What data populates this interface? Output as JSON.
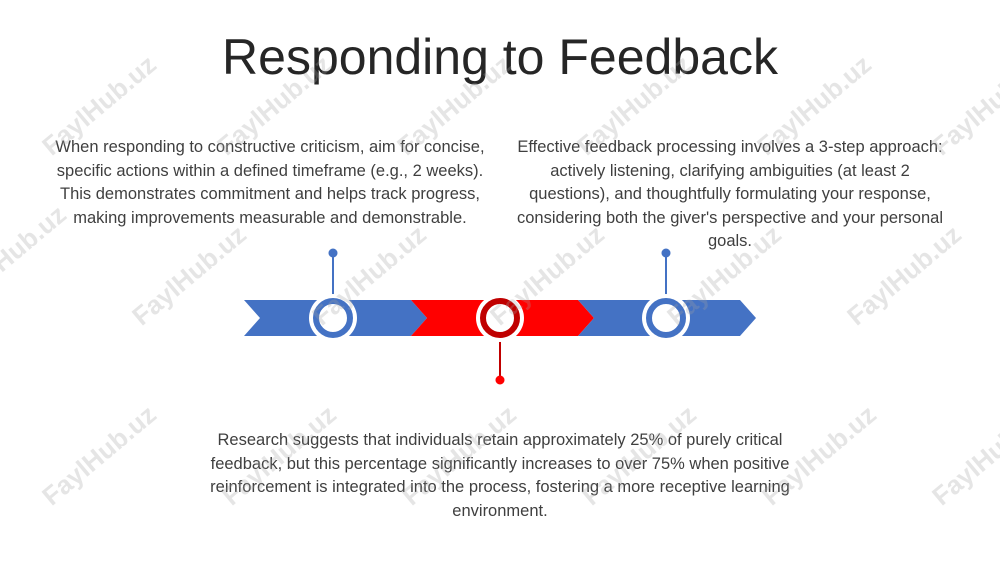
{
  "slide": {
    "title": "Responding to Feedback",
    "watermark": "FaylHub.uz"
  },
  "blocks": {
    "left": "When responding to constructive criticism, aim for concise, specific actions within a defined timeframe (e.g., 2 weeks). This demonstrates commitment and helps track progress, making improvements measurable and demonstrable.",
    "right": "Effective feedback processing involves a 3-step approach:  actively listening, clarifying ambiguities (at least 2 questions), and thoughtfully formulating your response, considering both the giver's perspective and your personal goals.",
    "bottom": "Research suggests that individuals retain approximately 25% of purely critical feedback, but this percentage significantly increases to over 75% when positive reinforcement is integrated into the process, fostering a more receptive learning environment."
  },
  "colors": {
    "blue": "#4472c4",
    "red": "#ff0000",
    "ring_blue": "#4472c4",
    "ring_red": "#c00000",
    "text": "#3f3f3f"
  }
}
